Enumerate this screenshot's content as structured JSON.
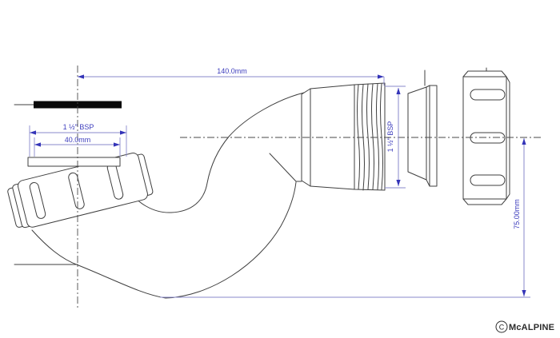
{
  "drawing": {
    "type": "technical-drawing",
    "subject": "tubular swivel P-trap with compression outlet",
    "dims": {
      "overall_width_label": "140.0mm",
      "inlet_thread_label": "1 ½\" BSP",
      "inlet_bore_label": "40.0mm",
      "outlet_thread_label": "1 ½\" BSP",
      "seal_depth_label": "75.00mm"
    },
    "branding": {
      "copyright_symbol": "C",
      "name": "McALPINE"
    },
    "colors": {
      "line": "#3f3f3f",
      "centerline": "#4a4a4a",
      "dimension_line": "#8a8acb",
      "dimension_text": "#3d3dbd",
      "dimension_arrow": "#3434b8",
      "solid_bar": "#0a0a0a",
      "background": "#ffffff"
    }
  }
}
